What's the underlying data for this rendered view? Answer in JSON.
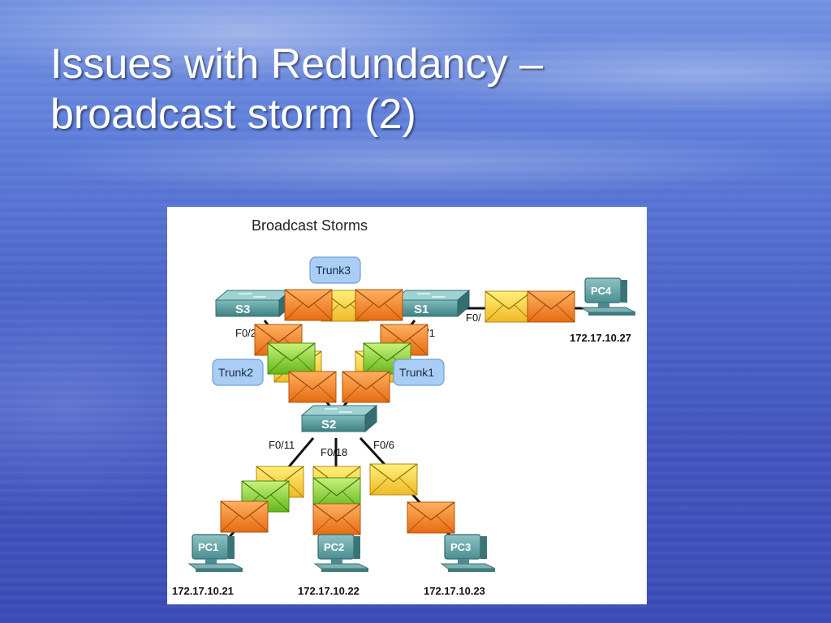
{
  "slide": {
    "title_line1": "Issues with Redundancy –",
    "title_line2": "broadcast storm (2)"
  },
  "figure": {
    "heading": "Broadcast Storms",
    "trunks": {
      "trunk1": "Trunk1",
      "trunk2": "Trunk2",
      "trunk3": "Trunk3"
    },
    "switches": {
      "s1": "S1",
      "s2": "S2",
      "s3": "S3"
    },
    "ports": {
      "s3_port": "F0/2",
      "s1_port": "F0/1",
      "s1_pc4_port": "F0/",
      "s2_f011": "F0/11",
      "s2_f018": "F0/18",
      "s2_f06": "F0/6"
    },
    "pcs": {
      "pc1": {
        "label": "PC1",
        "ip": "172.17.10.21"
      },
      "pc2": {
        "label": "PC2",
        "ip": "172.17.10.22"
      },
      "pc3": {
        "label": "PC3",
        "ip": "172.17.10.23"
      },
      "pc4": {
        "label": "PC4",
        "ip": "172.17.10.27"
      }
    },
    "colors": {
      "frame_orange": "#f08a2c",
      "frame_yellow": "#f4cf3c",
      "frame_green": "#8fd63a",
      "switch_teal": "#5a9a9c",
      "trunk_blue": "#a9cdf5"
    }
  }
}
